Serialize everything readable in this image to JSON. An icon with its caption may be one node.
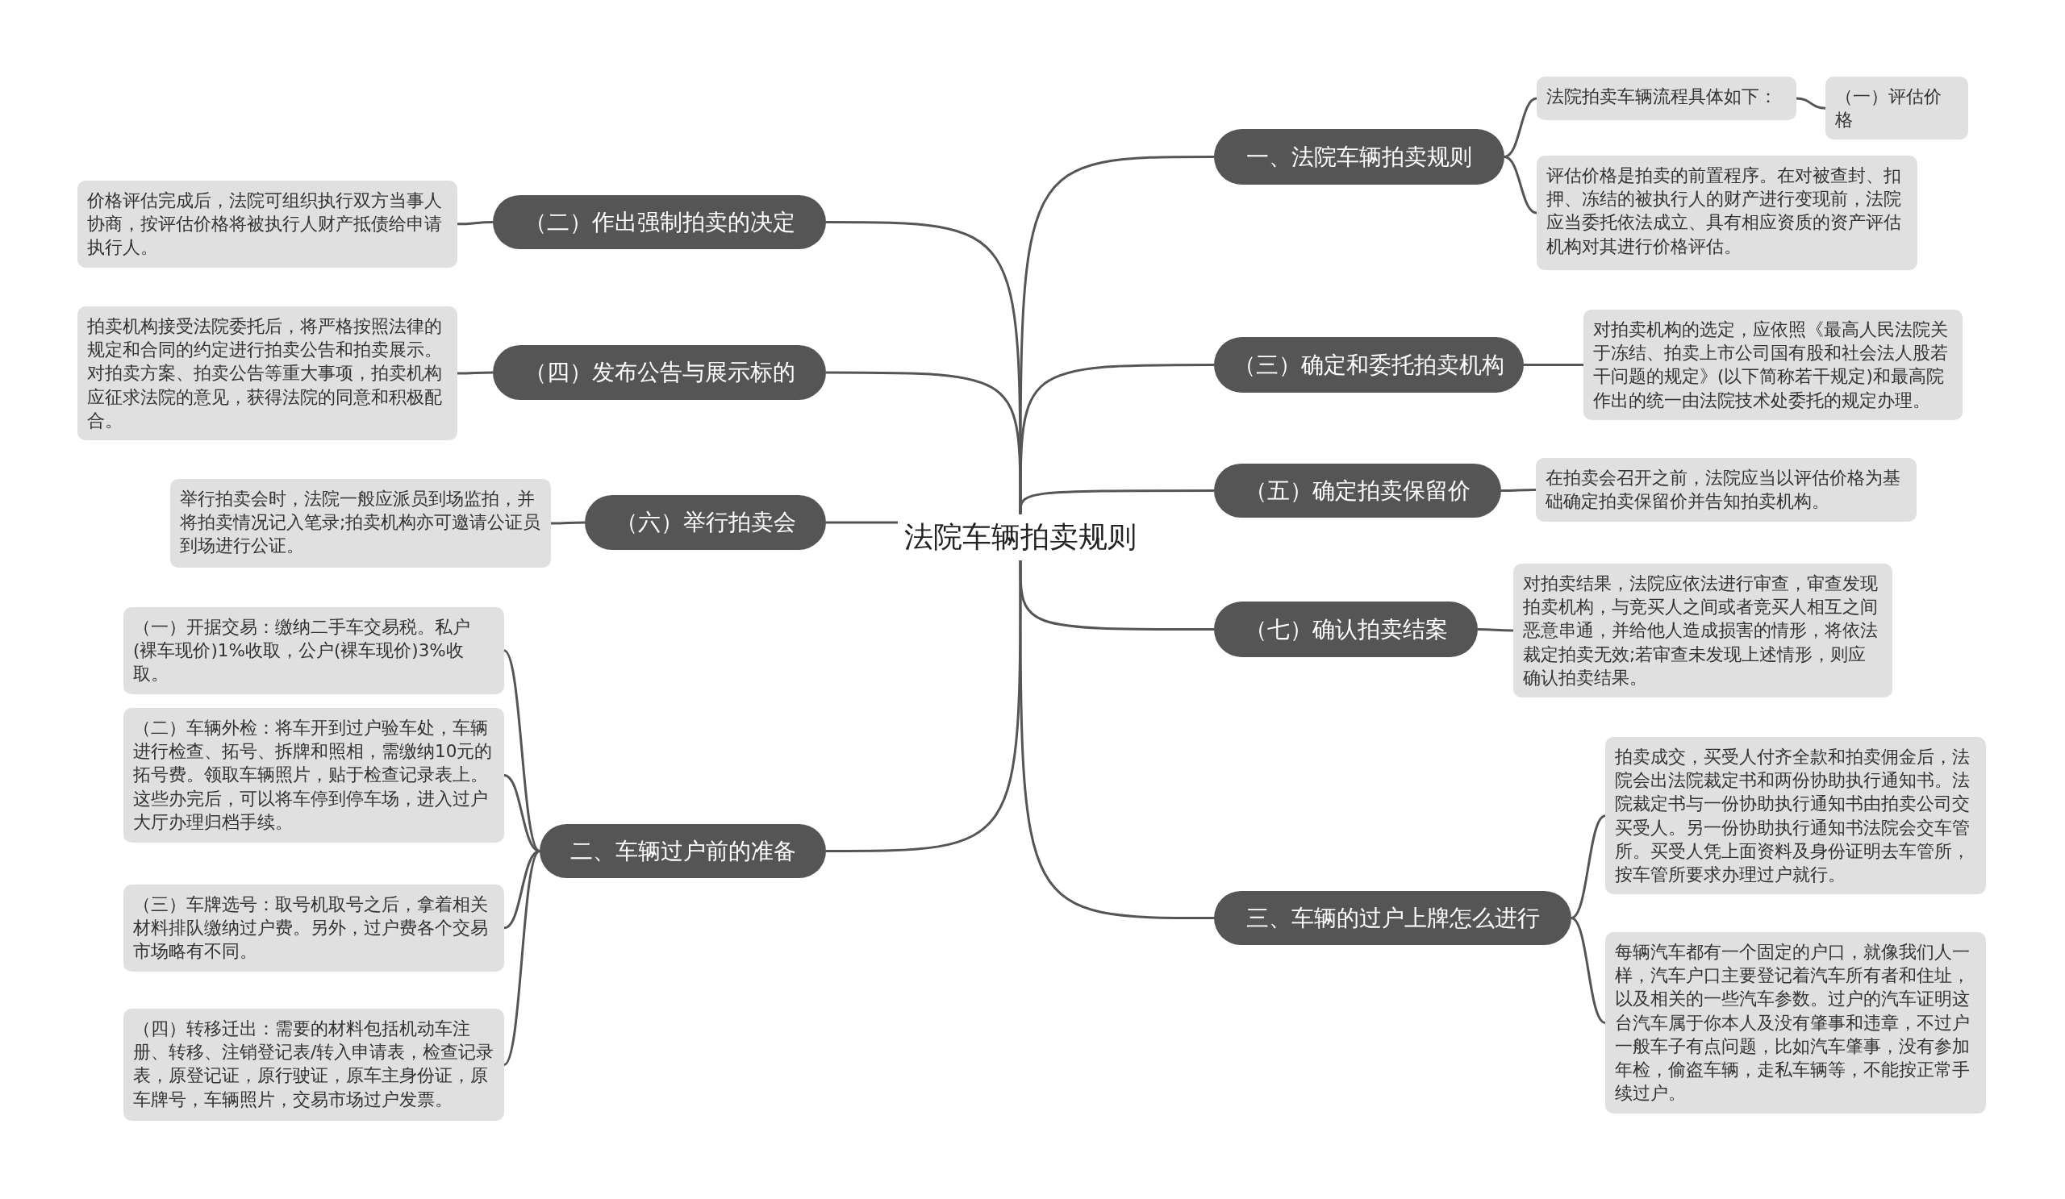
{
  "diagram": {
    "nodes": [
      {
        "text": [
          "法院车辆拍卖规则"
        ]
      },
      {
        "text": [
          "一、法院车辆拍卖规则"
        ]
      },
      {
        "text": [
          "法院拍卖车辆流程具体如下："
        ]
      },
      {
        "text": [
          "（一）评估价格"
        ]
      },
      {
        "text": [
          "评估价格是拍卖的前置程序。在对被查封、扣押、冻结的被执行人的财产进行变现前，法院应当委托依法成立、具有相应资质的资产评估机构对其进行价格评估。"
        ]
      },
      {
        "text": [
          "（三）确定和委托拍卖机构"
        ]
      },
      {
        "text": [
          "对拍卖机构的选定，应依照《最高人民法院关于冻结、拍卖上市公司国有股和社会法人股若干问题的规定》(以下简称若干规定)和最高院作出的统一由法院技术处委托的规定办理。"
        ]
      },
      {
        "text": [
          "（五）确定拍卖保留价"
        ]
      },
      {
        "text": [
          "在拍卖会召开之前，法院应当以评估价格为基础确定拍卖保留价并告知拍卖机构。"
        ]
      },
      {
        "text": [
          "（七）确认拍卖结案"
        ]
      },
      {
        "text": [
          "对拍卖结果，法院应依法进行审查，审查发现拍卖机构，与竞买人之间或者竞买人相互之间恶意串通，并给他人造成损害的情形，将依法裁定拍卖无效;若审查未发现上述情形，则应确认拍卖结果。"
        ]
      },
      {
        "text": [
          "三、车辆的过户上牌怎么进行"
        ]
      },
      {
        "text": [
          "拍卖成交，买受人付齐全款和拍卖佣金后，法院会出法院裁定书和两份协助执行通知书。法院裁定书与一份协助执行通知书由拍卖公司交买受人。另一份协助执行通知书法院会交车管所。买受人凭上面资料及身份证明去车管所，按车管所要求办理过户就行。"
        ]
      },
      {
        "text": [
          "每辆汽车都有一个固定的户口，就像我们人一样，汽车户口主要登记着汽车所有者和住址，以及相关的一些汽车参数。过户的汽车证明这台汽车属于你本人及没有肇事和违章，不过户一般车子有点问题，比如汽车肇事，没有参加年检，偷盗车辆，走私车辆等，不能按正常手续过户。"
        ]
      },
      {
        "text": [
          "（二）作出强制拍卖的决定"
        ]
      },
      {
        "text": [
          "价格评估完成后，法院可组织执行双方当事人协商，按评估价格将被执行人财产抵债给申请执行人。"
        ]
      },
      {
        "text": [
          "（四）发布公告与展示标的"
        ]
      },
      {
        "text": [
          "拍卖机构接受法院委托后，将严格按照法律的规定和合同的约定进行拍卖公告和拍卖展示。对拍卖方案、拍卖公告等重大事项，拍卖机构应征求法院的意见，获得法院的同意和积极配合。"
        ]
      },
      {
        "text": [
          "（六）举行拍卖会"
        ]
      },
      {
        "text": [
          "举行拍卖会时，法院一般应派员到场监拍，并将拍卖情况记入笔录;拍卖机构亦可邀请公证员到场进行公证。"
        ]
      },
      {
        "text": [
          "二、车辆过户前的准备"
        ]
      },
      {
        "text": [
          "（一）开据交易：缴纳二手车交易税。私户(裸车现价)1%收取，公户(裸车现价)3%收取。"
        ]
      },
      {
        "text": [
          "（二）车辆外检：将车开到过户验车处，车辆进行检查、拓号、拆牌和照相，需缴纳10元的拓号费。领取车辆照片，贴于检查记录表上。这些办完后，可以将车停到停车场，进入过户大厅办理归档手续。"
        ]
      },
      {
        "text": [
          "（三）车牌选号：取号机取号之后，拿着相关材料排队缴纳过户费。另外，过户费各个交易市场略有不同。"
        ]
      },
      {
        "text": [
          "（四）转移迁出：需要的材料包括机动车注册、转移、注销登记表/转入申请表，检查记录表，原登记证，原行驶证，原车主身份证，原车牌号，车辆照片，交易市场过户发票。"
        ]
      }
    ],
    "edges": [
      {
        "from": 0,
        "to": 1,
        "arrow": "none"
      },
      {
        "from": 1,
        "to": 2,
        "arrow": "none"
      },
      {
        "from": 2,
        "to": 3,
        "arrow": "none"
      },
      {
        "from": 1,
        "to": 4,
        "arrow": "none"
      },
      {
        "from": 0,
        "to": 5,
        "arrow": "none"
      },
      {
        "from": 5,
        "to": 6,
        "arrow": "none"
      },
      {
        "from": 0,
        "to": 7,
        "arrow": "none"
      },
      {
        "from": 7,
        "to": 8,
        "arrow": "none"
      },
      {
        "from": 0,
        "to": 9,
        "arrow": "none"
      },
      {
        "from": 9,
        "to": 10,
        "arrow": "none"
      },
      {
        "from": 0,
        "to": 11,
        "arrow": "none"
      },
      {
        "from": 11,
        "to": 12,
        "arrow": "none"
      },
      {
        "from": 11,
        "to": 13,
        "arrow": "none"
      },
      {
        "from": 0,
        "to": 14,
        "arrow": "none"
      },
      {
        "from": 14,
        "to": 15,
        "arrow": "none"
      },
      {
        "from": 0,
        "to": 16,
        "arrow": "none"
      },
      {
        "from": 16,
        "to": 17,
        "arrow": "none"
      },
      {
        "from": 0,
        "to": 18,
        "arrow": "none"
      },
      {
        "from": 18,
        "to": 19,
        "arrow": "none"
      },
      {
        "from": 0,
        "to": 20,
        "arrow": "none"
      },
      {
        "from": 20,
        "to": 21,
        "arrow": "none"
      },
      {
        "from": 20,
        "to": 22,
        "arrow": "none"
      },
      {
        "from": 20,
        "to": 23,
        "arrow": "none"
      },
      {
        "from": 20,
        "to": 24,
        "arrow": "none"
      }
    ]
  }
}
